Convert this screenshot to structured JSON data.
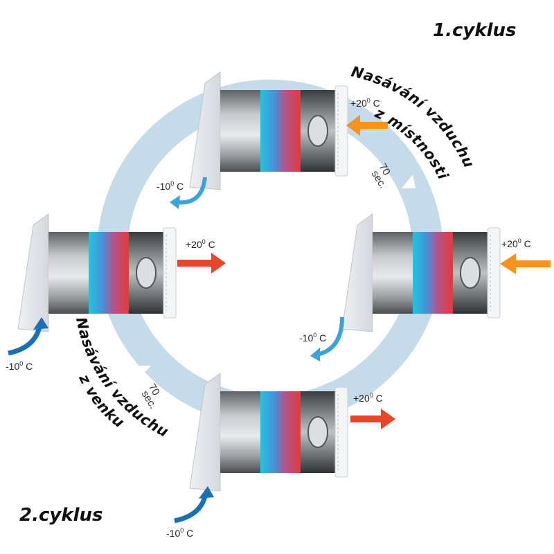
{
  "cycles": {
    "first": "1.cyklus",
    "second": "2.cyklus"
  },
  "labels": {
    "intake_room_line1": "Nasávání vzduchu",
    "intake_room_line2": "z místnosti",
    "intake_outside_line1": "Nasávání vzduchu",
    "intake_outside_line2": "z venku"
  },
  "timer": {
    "value": "70",
    "unit": "sec."
  },
  "temperatures": {
    "warm": "+20",
    "cold": "-10",
    "degree": "0",
    "unit": " C"
  },
  "colors": {
    "ring": "#c5dbe9",
    "warm_arrow_orange": "#f5931e",
    "warm_arrow_red": "#e8462a",
    "cold_arrow": "#3aa3dc",
    "intake_arrow": "#1b6fb5"
  }
}
